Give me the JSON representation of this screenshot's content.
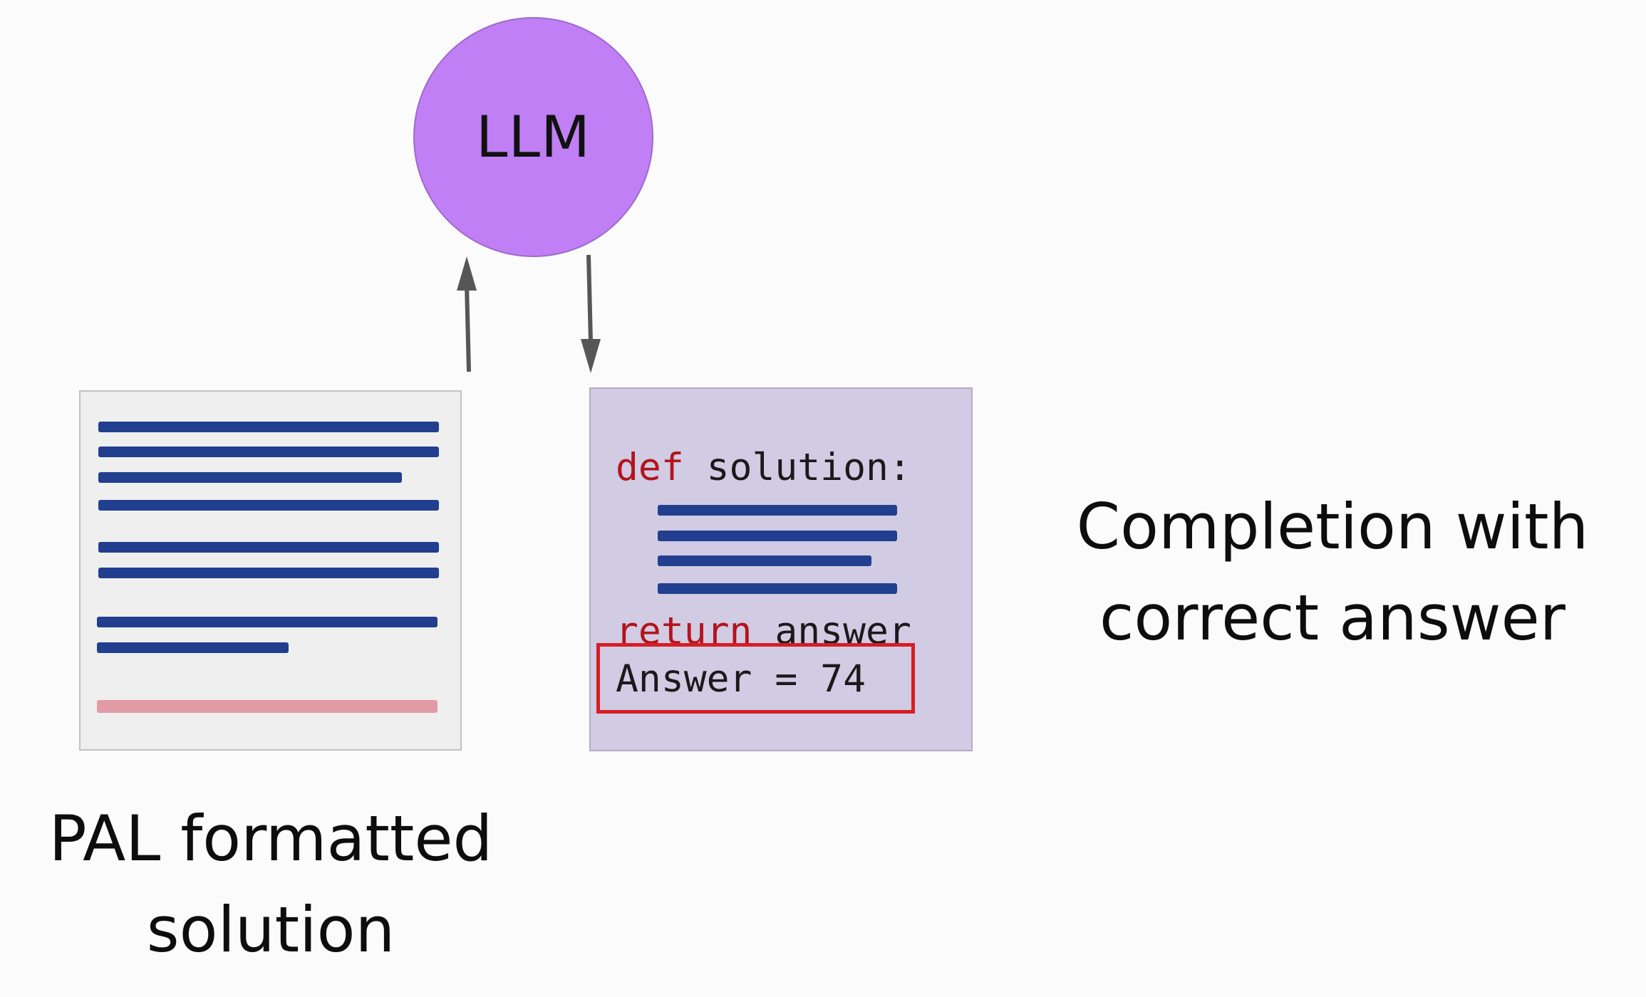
{
  "llm_node": {
    "label": "LLM"
  },
  "code_block": {
    "def_keyword": "def",
    "def_rest": " solution:",
    "return_keyword": "return",
    "return_rest": " answer",
    "answer_line": "Answer = 74"
  },
  "captions": {
    "left_line1": "PAL formatted",
    "left_line2": "solution",
    "right_line1": "Completion with",
    "right_line2": "correct answer"
  },
  "colors": {
    "llm_fill": "#c17ff5",
    "text_line": "#213f8e",
    "highlight_line": "#e19ba6",
    "code_bg": "#d2cbe4",
    "keyword": "#b3141c",
    "answer_border": "#d61e24"
  }
}
